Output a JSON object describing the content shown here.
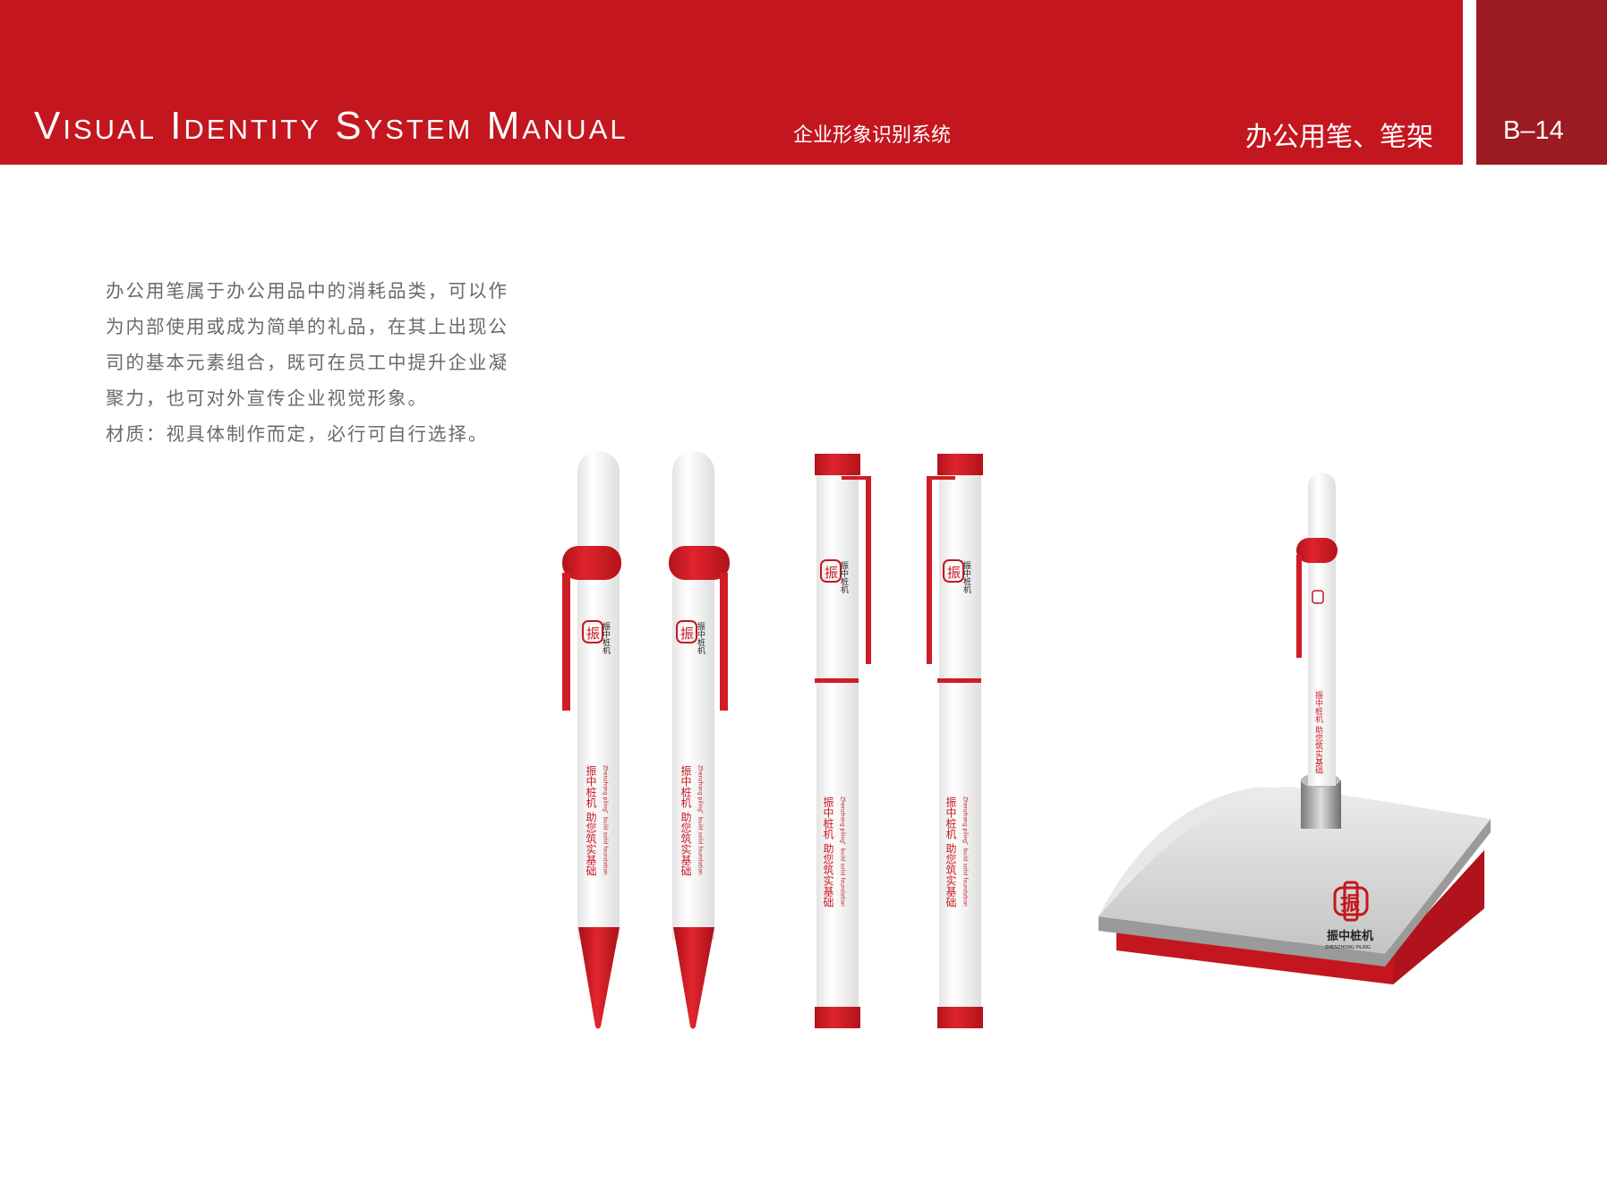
{
  "header": {
    "title_en": "Visual Identity System Manual",
    "title_cn": "企业形象识别系统",
    "section": "办公用笔、笔架",
    "page": "B–14"
  },
  "description": {
    "lines": [
      "办公用笔属于办公用品中的消耗品类，可以作",
      "为内部使用或成为简单的礼品，在其上出现公",
      "司的基本元素组合，既可在员工中提升企业凝",
      "聚力，也可对外宣传企业视觉形象。",
      "材质：视具体制作而定，必行可自行选择。"
    ]
  },
  "brand": {
    "logo_char": "振",
    "name_cn": "振中桩机",
    "name_en": "ZHENZHONG PILING",
    "slogan_cn": "振中桩机 助您筑实基础",
    "slogan_en": "Zhenzhong piling，build solid foundation"
  },
  "colors": {
    "brand_red": "#c4161f",
    "dark_red": "#9c1a22",
    "text_gray": "#6a6a6a"
  }
}
